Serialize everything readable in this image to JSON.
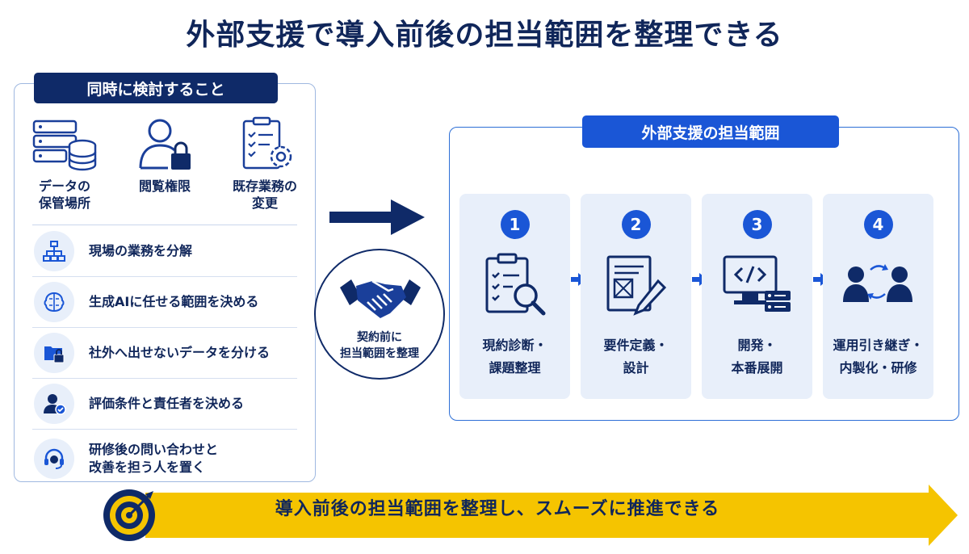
{
  "title": "外部支援で導入前後の担当範囲を整理できる",
  "left": {
    "header": "同時に検討すること",
    "top_items": [
      {
        "label_1": "データの",
        "label_2": "保管場所",
        "icon": "database-server-icon"
      },
      {
        "label_1": "閲覧権限",
        "label_2": "",
        "icon": "user-lock-icon"
      },
      {
        "label_1": "既存業務の",
        "label_2": "変更",
        "icon": "clipboard-gear-icon"
      }
    ],
    "list": [
      {
        "label_1": "現場の業務を分解",
        "label_2": "",
        "icon": "hierarchy-icon"
      },
      {
        "label_1": "生成AIに任せる範囲を決める",
        "label_2": "",
        "icon": "ai-brain-icon"
      },
      {
        "label_1": "社外へ出せないデータを分ける",
        "label_2": "",
        "icon": "folder-lock-icon"
      },
      {
        "label_1": "評価条件と責任者を決める",
        "label_2": "",
        "icon": "user-check-icon"
      },
      {
        "label_1": "研修後の問い合わせと",
        "label_2": "改善を担う人を置く",
        "icon": "headset-icon"
      }
    ]
  },
  "middle": {
    "label_1": "契約前に",
    "label_2": "担当範囲を整理",
    "icon": "handshake-icon"
  },
  "right": {
    "header": "外部支援の担当範囲",
    "steps": [
      {
        "num": "1",
        "label_1": "現約診断・",
        "label_2": "課題整理",
        "icon": "clipboard-search-icon"
      },
      {
        "num": "2",
        "label_1": "要件定義・",
        "label_2": "設計",
        "icon": "document-edit-icon"
      },
      {
        "num": "3",
        "label_1": "開発・",
        "label_2": "本番展開",
        "icon": "monitor-code-icon"
      },
      {
        "num": "4",
        "label_1": "運用引き継ぎ・",
        "label_2": "内製化・研修",
        "icon": "people-exchange-icon"
      }
    ]
  },
  "banner": {
    "text": "導入前後の担当範囲を整理し、スムーズに推進できる",
    "icon": "target-icon",
    "color": "#f5c400"
  },
  "colors": {
    "navy": "#10265a",
    "blue": "#1a56d6",
    "light": "#e8effa",
    "yellow": "#f5c400"
  }
}
